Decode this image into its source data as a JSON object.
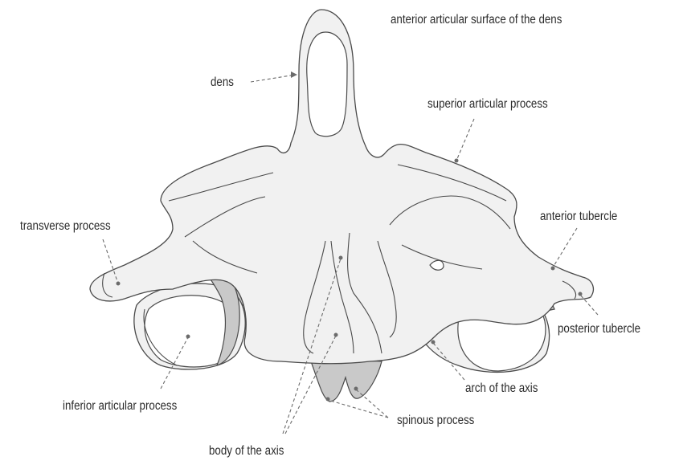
{
  "labels": {
    "anterior_articular_surface": "anterior articular surface of the dens",
    "dens": "dens",
    "superior_articular_process": "superior articular process",
    "transverse_process": "transverse process",
    "anterior_tubercle": "anterior tubercle",
    "posterior_tubercle": "posterior tubercle",
    "inferior_articular_process": "inferior articular process",
    "arch_of_the_axis": "arch of the axis",
    "spinous_process": "spinous process",
    "body_of_the_axis": "body of the axis"
  },
  "colors": {
    "bone_fill": "#f1f1f1",
    "shadow_fill": "#c9c9c9",
    "outline": "#4a4a4a",
    "leader_line": "#6b6b6b",
    "text": "#2b2b2b"
  }
}
